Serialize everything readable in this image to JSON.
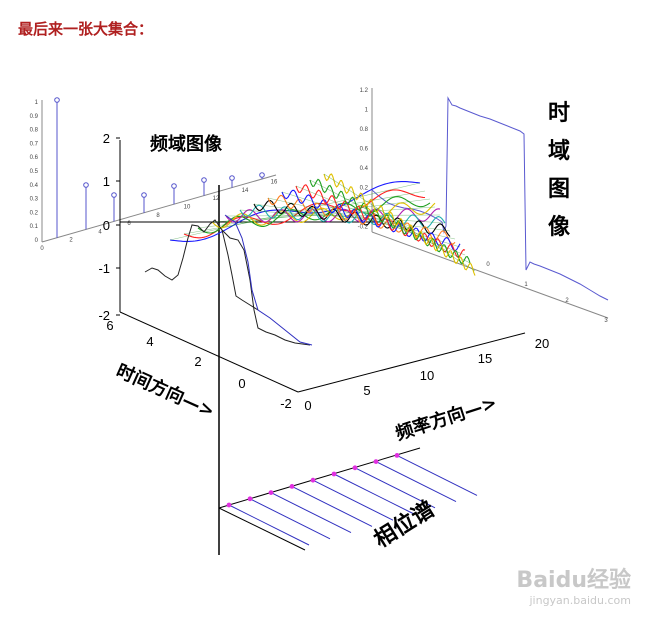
{
  "heading": "最后来一张大集合：",
  "labels": {
    "freq_image": "频域图像",
    "time_image": [
      "时",
      "域",
      "图",
      "像"
    ],
    "time_dir": "时间方向—>",
    "freq_dir": "频率方向—>",
    "phase": "相位谱"
  },
  "ticks": {
    "vertical": [
      "2",
      "1",
      "0",
      "-1",
      "-2"
    ],
    "time_axis": [
      "6",
      "4",
      "2",
      "0",
      "-2"
    ],
    "freq_axis": [
      "0",
      "5",
      "10",
      "15",
      "20"
    ]
  },
  "mini_ticks": {
    "spectrum_y": [
      "1",
      "0.9",
      "0.8",
      "0.7",
      "0.6",
      "0.5",
      "0.4",
      "0.3",
      "0.2",
      "0.1",
      "0"
    ],
    "spectrum_x": [
      "0",
      "2",
      "4",
      "6",
      "8",
      "10",
      "12",
      "14",
      "16"
    ],
    "time_y": [
      "1.2",
      "1",
      "0.8",
      "0.6",
      "0.4",
      "0.2",
      "0",
      "-0.2"
    ],
    "time_x": [
      "0",
      "1",
      "2",
      "3"
    ]
  },
  "wave_colors": [
    "#1a1aff",
    "#ff2020",
    "#20a020",
    "#e0c000",
    "#b020b0",
    "#20b0b0",
    "#000000",
    "#ff8020"
  ],
  "watermark": {
    "brand": "Baidu经验",
    "url": "jingyan.baidu.com"
  }
}
